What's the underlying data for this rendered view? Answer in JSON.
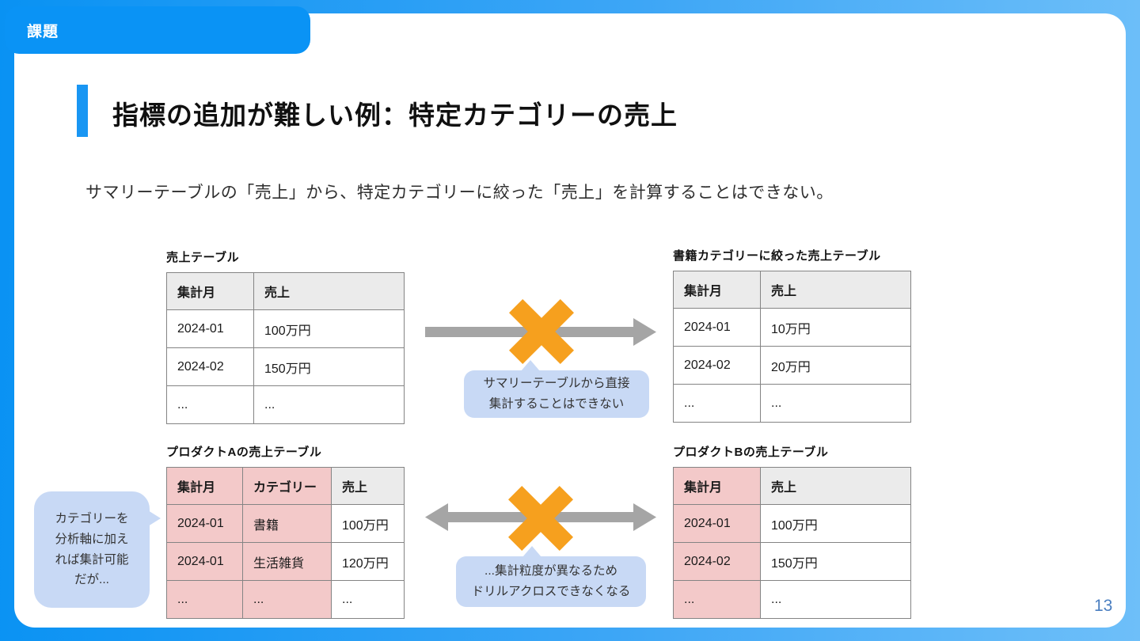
{
  "slide": {
    "tab_label": "課題",
    "title": "指標の追加が難しい例：特定カテゴリーの売上",
    "subtitle": "サマリーテーブルの「売上」から、特定カテゴリーに絞った「売上」を計算することはできない。",
    "page_number": "13"
  },
  "tables": {
    "summary": {
      "title": "売上テーブル",
      "headers": [
        "集計月",
        "売上"
      ],
      "rows": [
        [
          "2024-01",
          "100万円"
        ],
        [
          "2024-02",
          "150万円"
        ],
        [
          "...",
          "..."
        ]
      ]
    },
    "books_filtered": {
      "title": "書籍カテゴリーに絞った売上テーブル",
      "headers": [
        "集計月",
        "売上"
      ],
      "rows": [
        [
          "2024-01",
          "10万円"
        ],
        [
          "2024-02",
          "20万円"
        ],
        [
          "...",
          "..."
        ]
      ]
    },
    "product_a": {
      "title": "プロダクトAの売上テーブル",
      "headers": [
        "集計月",
        "カテゴリー",
        "売上"
      ],
      "rows": [
        [
          "2024-01",
          "書籍",
          "100万円"
        ],
        [
          "2024-01",
          "生活雑貨",
          "120万円"
        ],
        [
          "...",
          "...",
          "..."
        ]
      ]
    },
    "product_b": {
      "title": "プロダクトBの売上テーブル",
      "headers": [
        "集計月",
        "売上"
      ],
      "rows": [
        [
          "2024-01",
          "100万円"
        ],
        [
          "2024-02",
          "150万円"
        ],
        [
          "...",
          "..."
        ]
      ]
    }
  },
  "callouts": {
    "top": {
      "line1": "サマリーテーブルから直接",
      "line2": "集計することはできない"
    },
    "bottom": {
      "line1": "...集計粒度が異なるため",
      "line2": "ドリルアクロスできなくなる"
    },
    "left": {
      "line1": "カテゴリーを",
      "line2": "分析軸に加え",
      "line3": "れば集計可能",
      "line4": "だが..."
    }
  },
  "colors": {
    "bg_left": "#0992f3",
    "bg_right": "#6ebff9",
    "accent_bar": "#1996f3",
    "x_mark": "#f6a01e",
    "arrow_gray": "#a5a5a5",
    "callout_bg": "#c8d9f5",
    "pink_cell": "#f3c9c9",
    "header_gray": "#ebebeb",
    "page_number_blue": "#4a7ec0"
  }
}
